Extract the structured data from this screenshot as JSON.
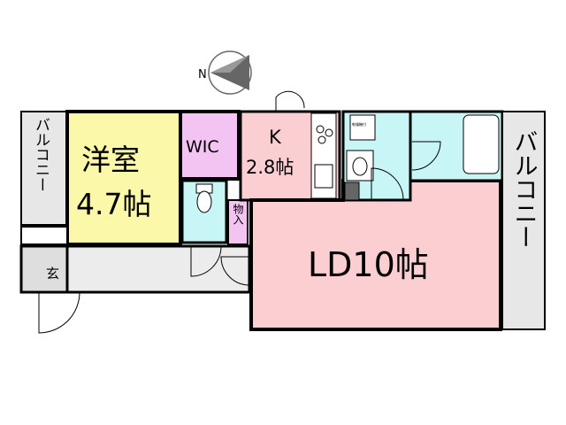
{
  "compass": {
    "label": "N"
  },
  "rooms": {
    "bedroom": {
      "name": "洋室",
      "size": "4.7帖"
    },
    "wic": {
      "label": "WIC"
    },
    "kitchen": {
      "name": "K",
      "size": "2.8帖"
    },
    "ld": {
      "label": "LD10帖"
    },
    "storage": {
      "label": "物入"
    },
    "entrance": {
      "label": "玄"
    },
    "balcony_left": {
      "label": "バルコニー"
    },
    "balcony_right": {
      "label": "バルコニー"
    },
    "washer_note": {
      "label": "乾燥機付"
    }
  },
  "colors": {
    "bedroom": "#fbf8a9",
    "wic": "#f3c4f2",
    "ld": "#fbcfd2",
    "wet": "#c8f5f5",
    "balcony": "#e7e7e7",
    "entrance": "#dedede",
    "hall": "#ececec",
    "wall": "#000000"
  }
}
